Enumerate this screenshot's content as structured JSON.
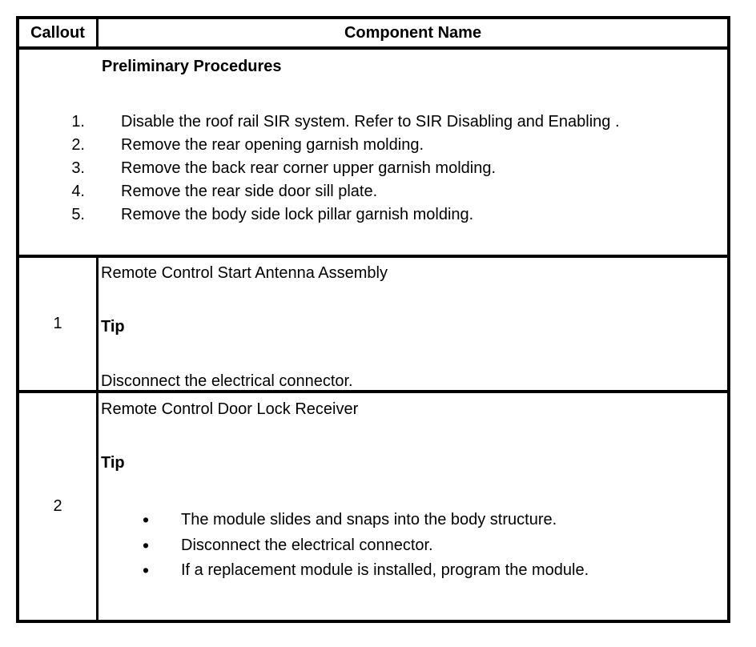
{
  "page": {
    "background_color": "#ffffff",
    "text_color": "#000000",
    "border_color": "#000000"
  },
  "table": {
    "header": {
      "callout": "Callout",
      "component": "Component Name"
    },
    "bullet_glyph": "•",
    "rows": [
      {
        "callout": "",
        "title": "Preliminary Procedures",
        "steps": [
          {
            "num": "1.",
            "text": "Disable the roof rail SIR system. Refer to SIR Disabling and Enabling ."
          },
          {
            "num": "2.",
            "text": "Remove the rear opening garnish molding."
          },
          {
            "num": "3.",
            "text": "Remove the back rear corner upper garnish molding."
          },
          {
            "num": "4.",
            "text": "Remove the rear side door sill plate."
          },
          {
            "num": "5.",
            "text": "Remove the body side lock pillar garnish molding."
          }
        ]
      },
      {
        "callout": "1",
        "title": "Remote Control Start Antenna Assembly",
        "tip_label": "Tip",
        "note": "Disconnect the electrical connector."
      },
      {
        "callout": "2",
        "title": "Remote Control Door Lock Receiver",
        "tip_label": "Tip",
        "bullets": [
          "The module slides and snaps into the body structure.",
          "Disconnect the electrical connector.",
          "If a replacement module is installed, program the module."
        ]
      }
    ]
  }
}
